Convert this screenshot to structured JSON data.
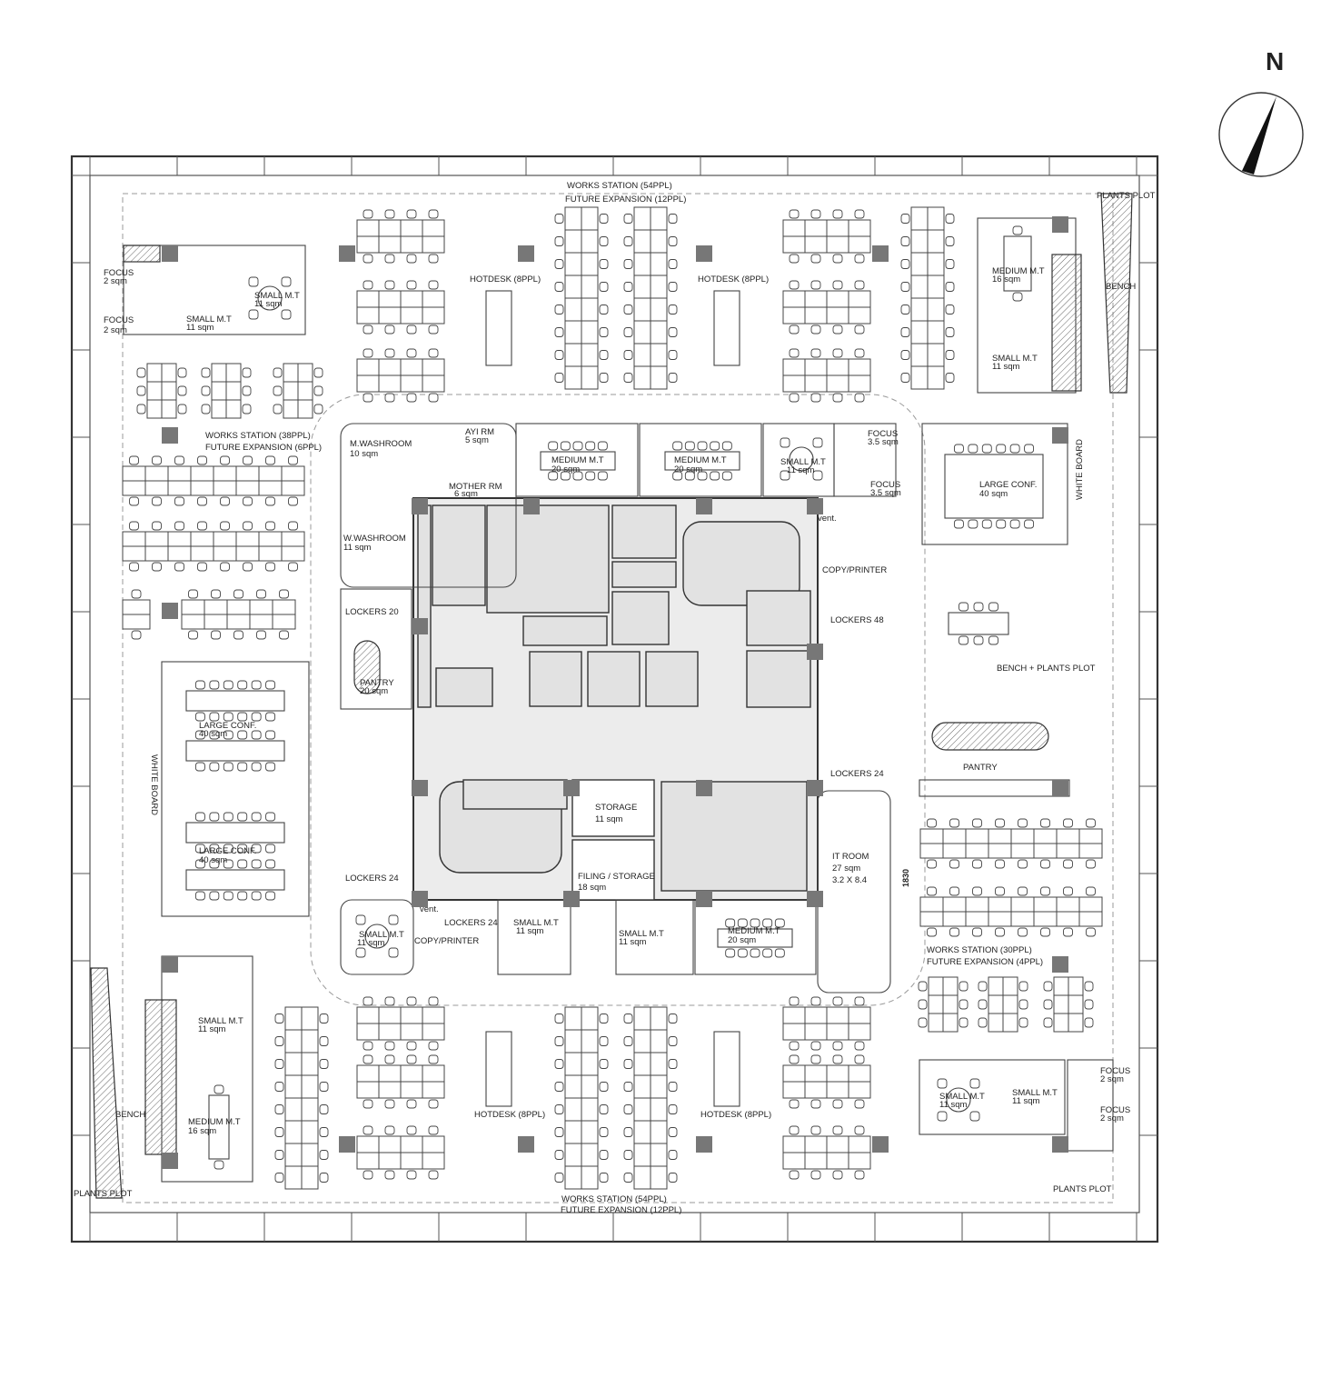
{
  "north_label": "N",
  "labels": {
    "ws_north": "WORKS STATION (54PPL)",
    "fe_north": "FUTURE EXPANSION (12PPL)",
    "hotdesk_nw": "HOTDESK (8PPL)",
    "hotdesk_ne": "HOTDESK (8PPL)",
    "plants_plot_ne": "PLANTS PLOT",
    "bench_ne": "BENCH",
    "focus_nw1_name": "FOCUS",
    "focus_nw1_area": "2 sqm",
    "focus_nw2_name": "FOCUS",
    "focus_nw2_area": "2 sqm",
    "small_mt_nw1_name": "SMALL M.T",
    "small_mt_nw1_area": "11 sqm",
    "small_mt_nw2_name": "SMALL M.T",
    "small_mt_nw2_area": "11 sqm",
    "medium_mt_ne_name": "MEDIUM M.T",
    "medium_mt_ne_area": "16 sqm",
    "small_mt_ne_name": "SMALL M.T",
    "small_mt_ne_area": "11 sqm",
    "ws_west": "WORKS STATION (38PPL)",
    "fe_west": "FUTURE EXPANSION (6PPL)",
    "m_washroom_name": "M.WASHROOM",
    "m_washroom_area": "10 sqm",
    "ayi_rm_name": "AYI RM",
    "ayi_rm_area": "5 sqm",
    "mother_rm_name": "MOTHER RM",
    "mother_rm_area": "6 sqm",
    "medium_mt_n1_name": "MEDIUM M.T",
    "medium_mt_n1_area": "20 sqm",
    "medium_mt_n2_name": "MEDIUM M.T",
    "medium_mt_n2_area": "20 sqm",
    "small_mt_n_name": "SMALL M.T",
    "small_mt_n_area": "11 sqm",
    "focus_n1_name": "FOCUS",
    "focus_n1_area": "3.5 sqm",
    "focus_n2_name": "FOCUS",
    "focus_n2_area": "3.5 sqm",
    "large_conf_e_name": "LARGE CONF.",
    "large_conf_e_area": "40 sqm",
    "white_board_e": "WHITE BOARD",
    "w_washroom_name": "W.WASHROOM",
    "w_washroom_area": "11 sqm",
    "vent_n": "vent.",
    "copy_printer_n": "COPY/PRINTER",
    "lockers_20": "LOCKERS 20",
    "lockers_48": "LOCKERS 48",
    "bench_plants_plot": "BENCH + PLANTS PLOT",
    "pantry_w_name": "PANTRY",
    "pantry_w_area": "20 sqm",
    "large_conf_w1_name": "LARGE CONF.",
    "large_conf_w1_area": "40 sqm",
    "large_conf_w2_name": "LARGE CONF.",
    "large_conf_w2_area": "40 sqm",
    "white_board_w": "WHITE BOARD",
    "pantry_e": "PANTRY",
    "lockers_24_e": "LOCKERS 24",
    "storage_name": "STORAGE",
    "storage_area": "11 sqm",
    "filing_name": "FILING / STORAGE",
    "filing_area": "18 sqm",
    "it_room_name": "IT ROOM",
    "it_room_area": "27 sqm",
    "it_room_dim": "3.2 X 8.4",
    "dim_1830": "1830",
    "lockers_24_w": "LOCKERS 24",
    "vent_s": "vent.",
    "lockers_24_s": "LOCKERS 24",
    "copy_printer_s": "COPY/PRINTER",
    "small_mt_s1_name": "SMALL M.T",
    "small_mt_s1_area": "11 sqm",
    "small_mt_s2_name": "SMALL M.T",
    "small_mt_s2_area": "11 sqm",
    "small_mt_s3_name": "SMALL M.T",
    "small_mt_s3_area": "11 sqm",
    "medium_mt_s_name": "MEDIUM M.T",
    "medium_mt_s_area": "20 sqm",
    "ws_east": "WORKS STATION (30PPL)",
    "fe_east": "FUTURE EXPANSION (4PPL)",
    "small_mt_sw_name": "SMALL M.T",
    "small_mt_sw_area": "11 sqm",
    "medium_mt_sw_name": "MEDIUM M.T",
    "medium_mt_sw_area": "16 sqm",
    "bench_sw": "BENCH",
    "plants_plot_sw": "PLANTS PLOT",
    "hotdesk_sw": "HOTDESK (8PPL)",
    "hotdesk_se": "HOTDESK (8PPL)",
    "small_mt_se1_name": "SMALL M.T",
    "small_mt_se1_area": "11 sqm",
    "small_mt_se2_name": "SMALL M.T",
    "small_mt_se2_area": "11 sqm",
    "focus_se1_name": "FOCUS",
    "focus_se1_area": "2 sqm",
    "focus_se2_name": "FOCUS",
    "focus_se2_area": "2 sqm",
    "ws_south": "WORKS STATION (54PPL)",
    "fe_south": "FUTURE EXPANSION (12PPL)",
    "plants_plot_se": "PLANTS PLOT"
  }
}
